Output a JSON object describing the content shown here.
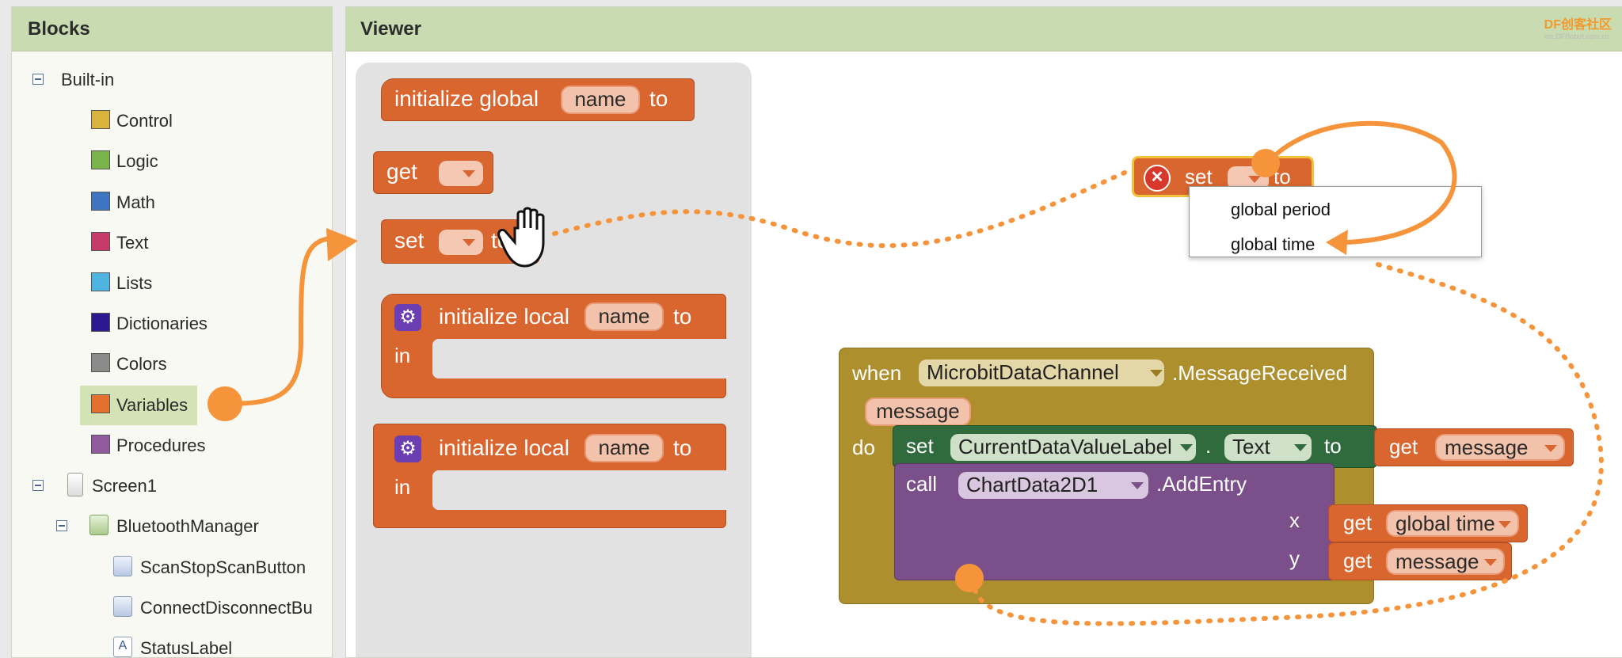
{
  "blocks_panel": {
    "title": "Blocks",
    "builtin_label": "Built-in",
    "categories": [
      {
        "label": "Control",
        "color": "#d8b33e"
      },
      {
        "label": "Logic",
        "color": "#7ab34a"
      },
      {
        "label": "Math",
        "color": "#3f74c0"
      },
      {
        "label": "Text",
        "color": "#c73b6b"
      },
      {
        "label": "Lists",
        "color": "#4fb5e0"
      },
      {
        "label": "Dictionaries",
        "color": "#2b1a8f"
      },
      {
        "label": "Colors",
        "color": "#8a8a8a"
      },
      {
        "label": "Variables",
        "color": "#e4702f"
      },
      {
        "label": "Procedures",
        "color": "#8f5b9c"
      }
    ],
    "screen_label": "Screen1",
    "bluetooth_label": "BluetoothManager",
    "components": [
      "ScanStopScanButton",
      "ConnectDisconnectBu",
      "StatusLabel"
    ]
  },
  "viewer": {
    "title": "Viewer",
    "flyout": {
      "init_global": "initialize global",
      "name_field": "name",
      "to": "to",
      "get": "get",
      "set": "set",
      "init_local": "initialize local",
      "in": "in"
    },
    "floating_set": {
      "set": "set",
      "to": "to",
      "options": [
        "global period",
        "global time"
      ]
    },
    "event_block": {
      "when": "when",
      "component": "MicrobitDataChannel",
      "event": ".MessageReceived",
      "param": "message",
      "do": "do",
      "set": "set",
      "label_component": "CurrentDataValueLabel",
      "dot": ".",
      "property": "Text",
      "to": "to",
      "get": "get",
      "message": "message",
      "call": "call",
      "chart_component": "ChartData2D1",
      "method": ".AddEntry",
      "x": "x",
      "y": "y",
      "global_time": "global time"
    }
  },
  "logo": {
    "brand": "DF创客社区",
    "sub": "mc.DFRobot.com.cn"
  },
  "colors": {
    "variables": "#d9652f",
    "event": "#ad8f2e",
    "set_component": "#2f6b3d",
    "call_component": "#7b4f8a",
    "annotation": "#f5943a"
  }
}
